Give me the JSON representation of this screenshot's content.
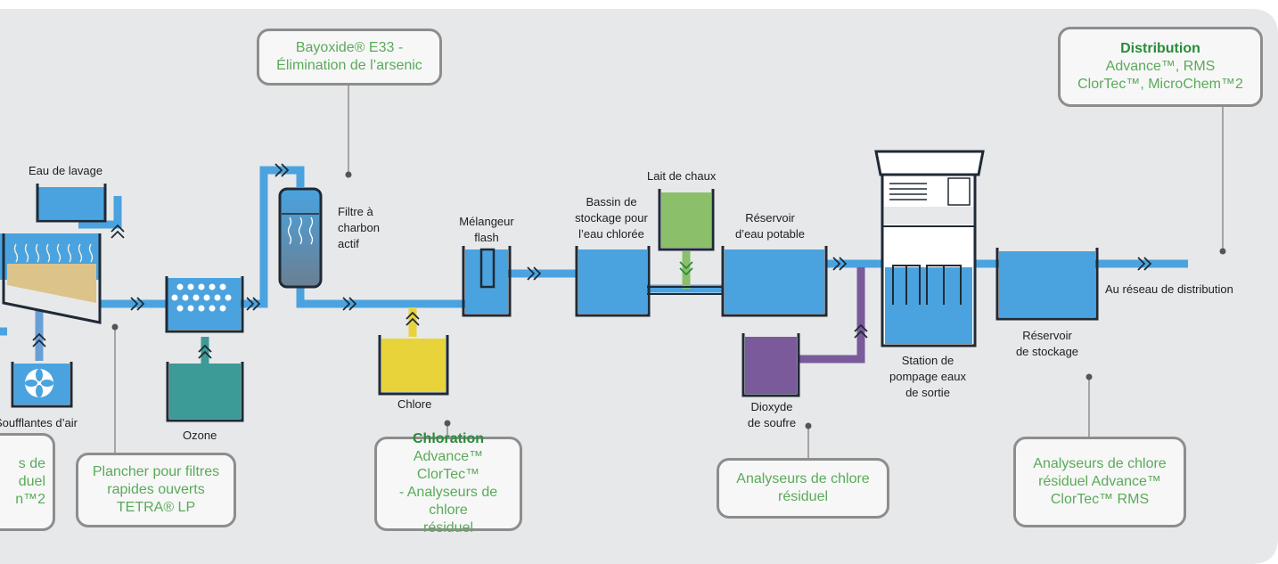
{
  "colors": {
    "background_panel": "#e7e8ea",
    "water": "#4aa3df",
    "tank_border": "#1f2a36",
    "box_border": "#8d8d8d",
    "box_text": "#5aaa5a",
    "box_title": "#2a8b3c",
    "chlore": "#e8d43a",
    "ozone": "#3c9a97",
    "lime": "#8bbf6a",
    "sulfur": "#7a5a9a",
    "sand": "#dcc38a"
  },
  "callouts": {
    "left_partial": [
      "s de",
      "duel",
      "n™2"
    ],
    "tetra": [
      "Plancher pour filtres",
      "rapides ouverts",
      "TETRA® LP"
    ],
    "bayoxide": [
      "Bayoxide® E33 -",
      "Élimination de l’arsenic"
    ],
    "chloration": {
      "title": "Chloration",
      "lines": [
        "Advance™ ClorTec™",
        "- Analyseurs de chlore",
        "résiduel"
      ]
    },
    "analyseurs": [
      "Analyseurs de chlore",
      "résiduel"
    ],
    "analyseurs_rms": [
      "Analyseurs de chlore",
      "résiduel Advance™",
      "ClorTec™ RMS"
    ],
    "distribution": {
      "title": "Distribution",
      "lines": [
        "Advance™, RMS",
        "ClorTec™, MicroChem™2"
      ]
    }
  },
  "labels": {
    "eau_lavage": "Eau de lavage",
    "souffl": "Soufflantes d’air",
    "ozone": "Ozone",
    "filtre": [
      "Filtre à",
      "charbon",
      "actif"
    ],
    "chlore": "Chlore",
    "melangeur": [
      "Mélangeur",
      "flash"
    ],
    "bassin": [
      "Bassin de",
      "stockage pour",
      "l’eau chlorée"
    ],
    "lait": "Lait de chaux",
    "reservoir_potable": [
      "Réservoir",
      "d’eau potable"
    ],
    "dioxyde": [
      "Dioxyde",
      "de soufre"
    ],
    "station": [
      "Station de",
      "pompage eaux",
      "de sortie"
    ],
    "reservoir_stockage": [
      "Réservoir",
      "de stockage"
    ],
    "reseau": "Au réseau de distribution"
  }
}
